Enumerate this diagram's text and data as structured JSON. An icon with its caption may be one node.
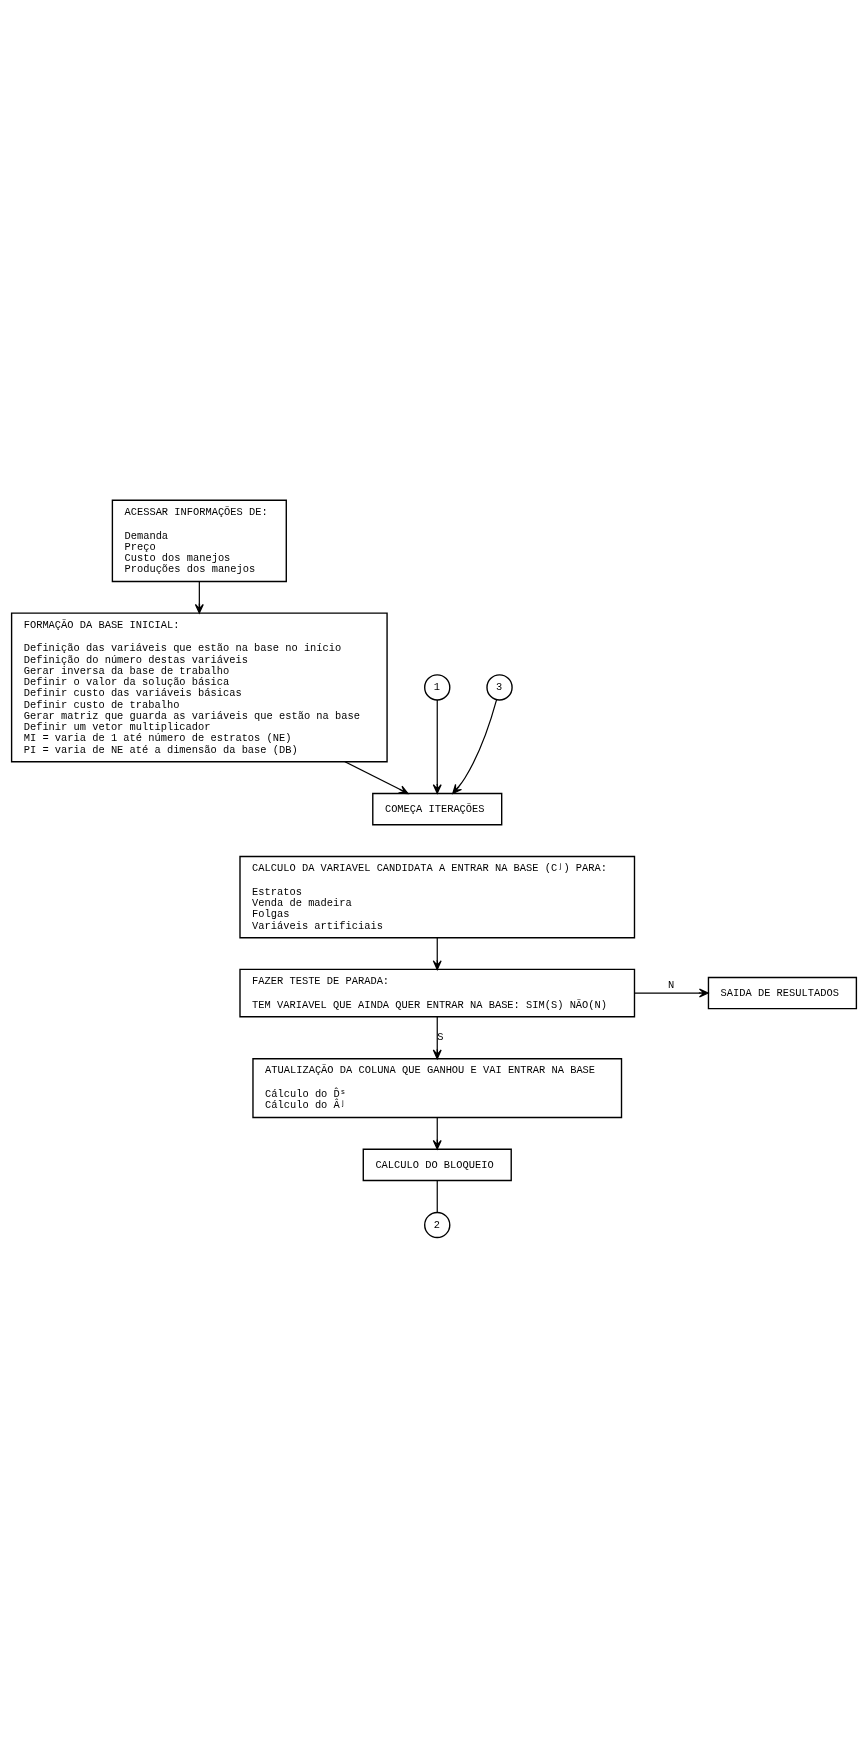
{
  "diagram": {
    "nodes": [
      {
        "text": [
          "ACESSAR INFORMAÇÕES DE:",
          "Demanda",
          "Preço",
          "Custo dos manejos",
          "Produções dos manejos"
        ]
      },
      {
        "text": [
          "FORMAÇÃO DA BASE INICIAL:",
          "Definição das variáveis que estão na base no início",
          "Definição do número destas variáveis",
          "Gerar inversa da base de trabalho",
          "Definir o valor da solução básica",
          "Definir custo das variáveis básicas",
          "Definir custo de trabalho",
          "Gerar matriz que guarda as variáveis que estão na base",
          "Definir um vetor multiplicador",
          "MI = varia de 1 até número de estratos (NE)",
          "PI = varia de NE até a dimensão da base (DB)"
        ]
      },
      {
        "text": [
          "1"
        ]
      },
      {
        "text": [
          "3"
        ]
      },
      {
        "text": [
          "COMEÇA ITERAÇÕES"
        ]
      },
      {
        "text": [
          "CALCULO DA VARIAVEL CANDIDATA A ENTRAR NA BASE (Cʲ) PARA:",
          "Estratos",
          "Venda de madeira",
          "Folgas",
          "Variáveis artificiais"
        ]
      },
      {
        "text": [
          "FAZER TESTE DE PARADA:",
          "TEM VARIAVEL QUE AINDA QUER ENTRAR NA BASE: SIM(S) NÃO(N)"
        ]
      },
      {
        "text": [
          "SAIDA DE RESULTADOS"
        ]
      },
      {
        "text": [
          "ATUALIZAÇÃO DA COLUNA QUE GANHOU E VAI ENTRAR NA BASE",
          "Cálculo do D̂ˢ",
          "Cálculo do Âʲ"
        ]
      },
      {
        "text": [
          "CALCULO DO BLOQUEIO"
        ]
      },
      {
        "text": [
          "2"
        ]
      }
    ],
    "edges": [
      {
        "from": 0,
        "to": 1,
        "arrow": "to"
      },
      {
        "from": 1,
        "to": 4,
        "arrow": "to"
      },
      {
        "from": 2,
        "to": 4,
        "arrow": "to"
      },
      {
        "from": 3,
        "to": 4,
        "arrow": "to"
      },
      {
        "from": 5,
        "to": 6,
        "arrow": "to"
      },
      {
        "from": 6,
        "to": 7,
        "arrow": "to",
        "label": "N"
      },
      {
        "from": 6,
        "to": 8,
        "arrow": "to",
        "label": "S"
      },
      {
        "from": 8,
        "to": 9,
        "arrow": "to"
      },
      {
        "from": 9,
        "to": 10,
        "arrow": "none"
      }
    ]
  }
}
